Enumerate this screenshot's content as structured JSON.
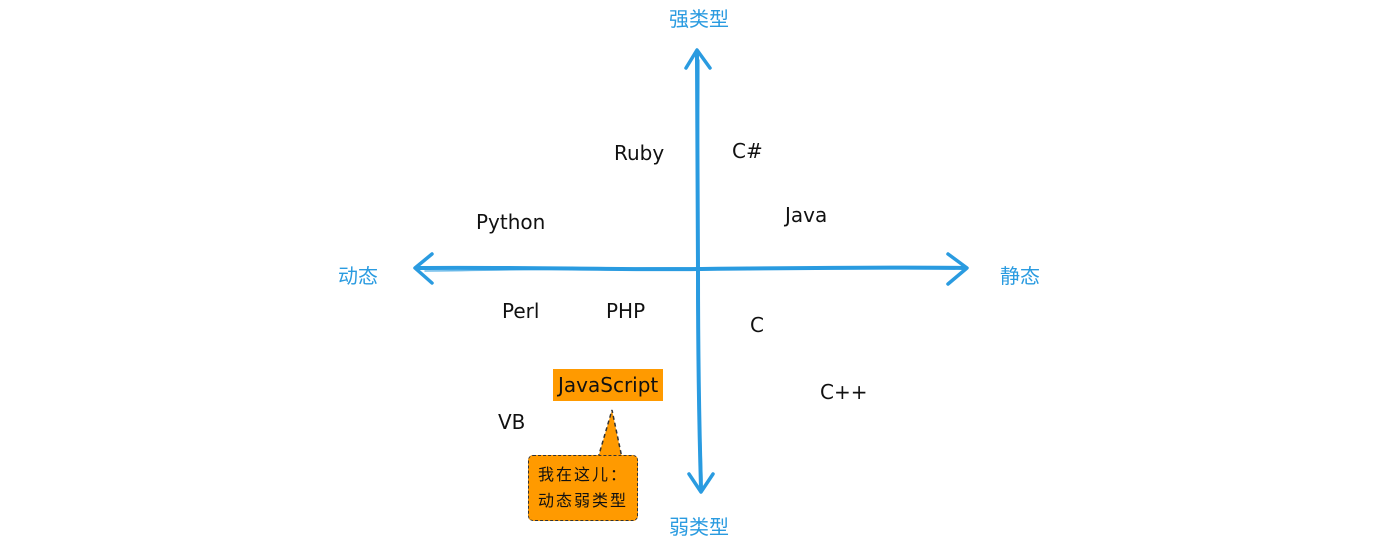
{
  "axes": {
    "top": "强类型",
    "bottom": "弱类型",
    "left": "动态",
    "right": "静态"
  },
  "languages": {
    "ruby": "Ruby",
    "csharp": "C#",
    "python": "Python",
    "java": "Java",
    "perl": "Perl",
    "php": "PHP",
    "c": "C",
    "javascript": "JavaScript",
    "vb": "VB",
    "cpp": "C++"
  },
  "callout": {
    "line1": "我在这儿：",
    "line2": "动态弱类型"
  },
  "colors": {
    "axis": "#2a9be0",
    "highlight": "#ff9a00",
    "text": "#111111"
  }
}
